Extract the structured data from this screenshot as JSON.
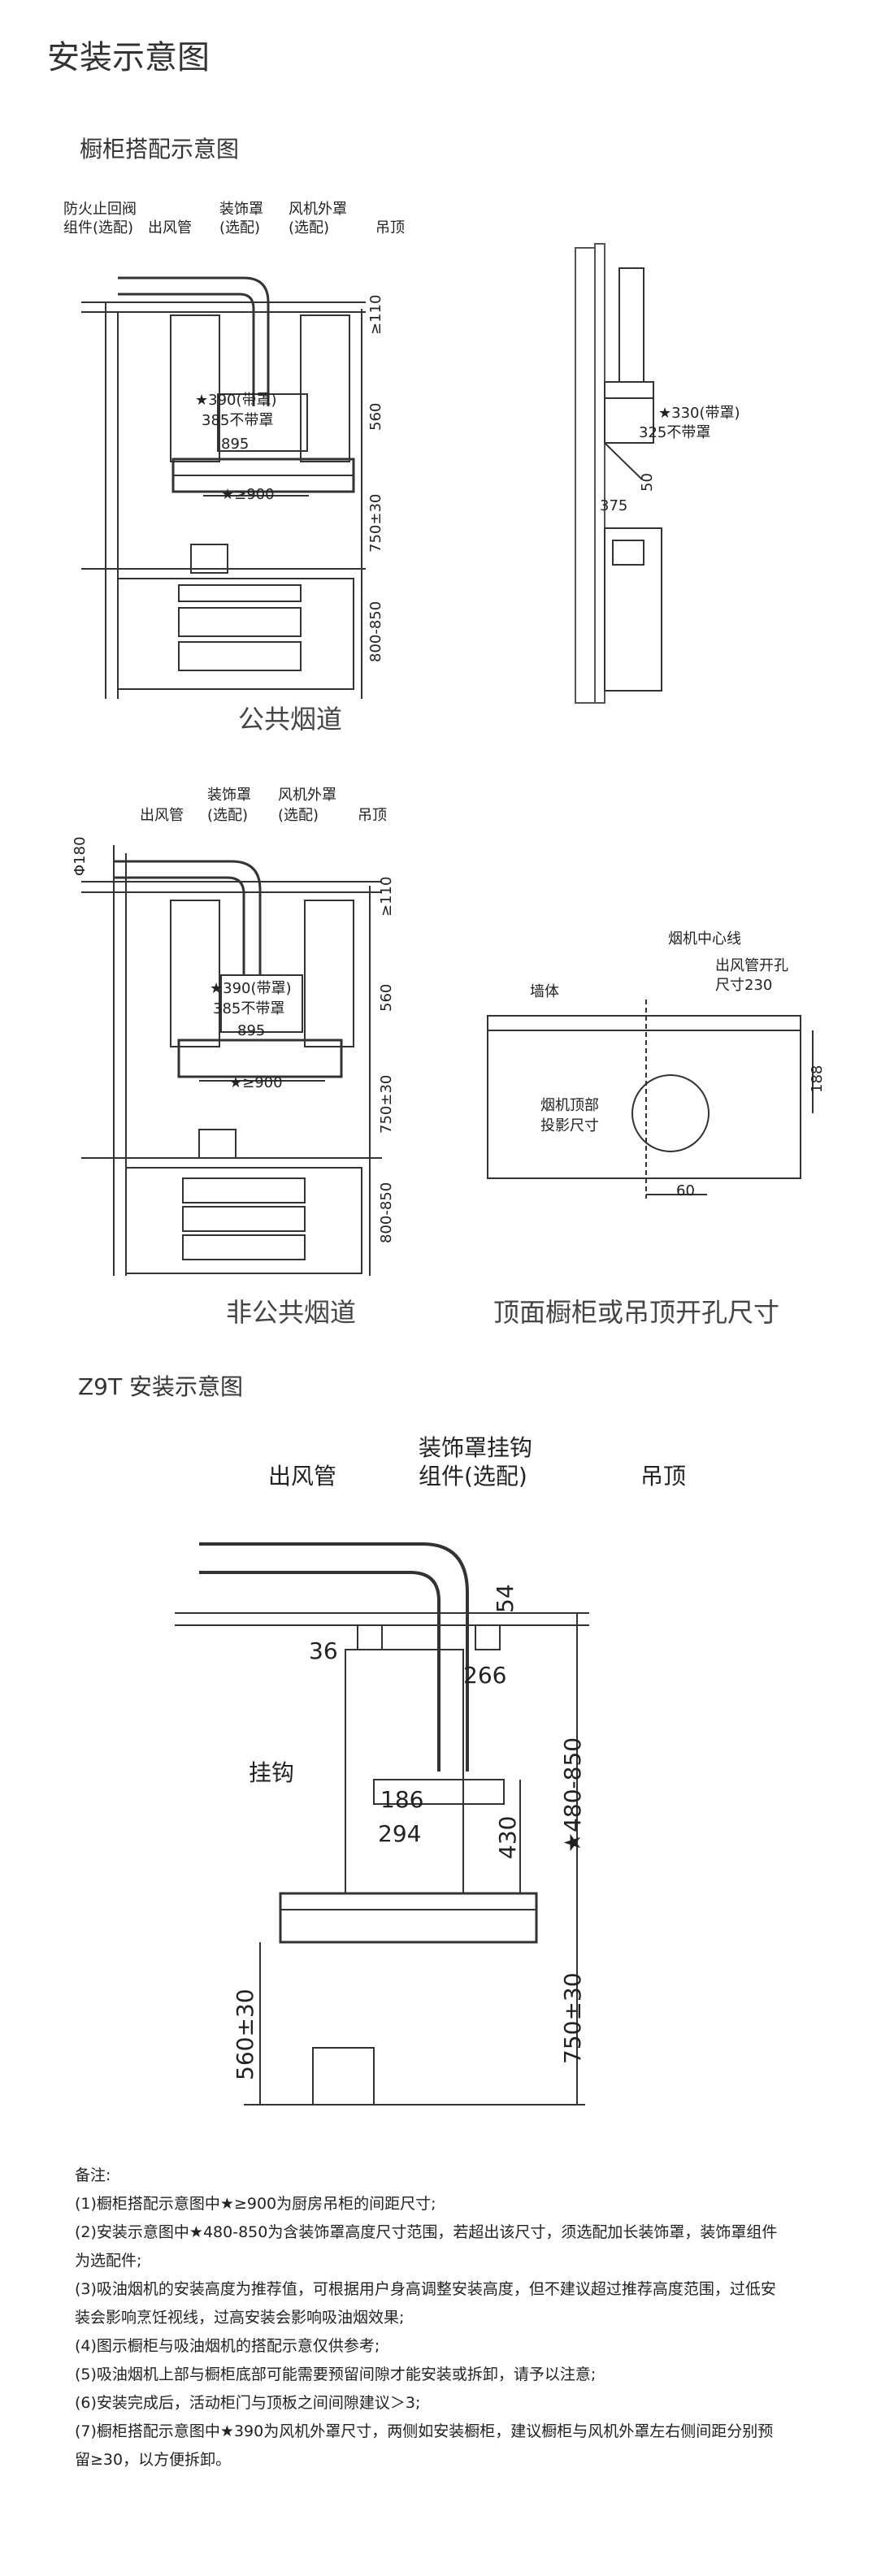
{
  "page_title": "安装示意图",
  "cabinet_section": {
    "title": "橱柜搭配示意图",
    "public_flue": {
      "caption": "公共烟道",
      "labels": {
        "fire_valve": "防火止回阀",
        "fire_valve_sub": "组件(选配)",
        "outlet_pipe": "出风管",
        "deco_cover": "装饰罩",
        "deco_cover_sub": "(选配)",
        "fan_cover": "风机外罩",
        "fan_cover_sub": "(选配)",
        "ceiling": "吊顶"
      },
      "dims": {
        "top_gap": "≥110",
        "height_560": "560",
        "h_750": "750±30",
        "h_800": "800-850",
        "w390": "★390(带罩)",
        "w385": "385不带罩",
        "w895": "895",
        "w900": "★≥900"
      },
      "side": {
        "w330": "★330(带罩)",
        "w325": "325不带罩",
        "d50": "50",
        "d375": "375"
      }
    },
    "private_flue": {
      "caption": "非公共烟道",
      "labels": {
        "diameter": "Φ180",
        "outlet_pipe": "出风管",
        "deco_cover": "装饰罩",
        "deco_cover_sub": "(选配)",
        "fan_cover": "风机外罩",
        "fan_cover_sub": "(选配)",
        "ceiling": "吊顶"
      },
      "dims": {
        "top_gap": "≥110",
        "height_560": "560",
        "h_750": "750±30",
        "h_800": "800-850",
        "w390": "★390(带罩)",
        "w385": "385不带罩",
        "w895": "895",
        "w900": "★≥900"
      }
    },
    "top_hole": {
      "caption": "顶面橱柜或吊顶开孔尺寸",
      "labels": {
        "center_line": "烟机中心线",
        "hole_line1": "出风管开孔",
        "hole_line2": "尺寸230",
        "wall": "墙体",
        "proj_line1": "烟机顶部",
        "proj_line2": "投影尺寸"
      },
      "dims": {
        "d188": "188",
        "d60": "60"
      }
    }
  },
  "z9t_section": {
    "title": "Z9T 安装示意图",
    "labels": {
      "outlet_pipe": "出风管",
      "hook_kit_line1": "装饰罩挂钩",
      "hook_kit_line2": "组件(选配)",
      "ceiling": "吊顶",
      "hook": "挂钩"
    },
    "dims": {
      "d54": "54",
      "d36": "36",
      "d266": "266",
      "d186": "186",
      "d294": "294",
      "d430": "430",
      "h_480_850": "★480-850",
      "h_560": "560±30",
      "h_750": "750±30"
    }
  },
  "notes": {
    "title": "备注:",
    "items": [
      "(1)橱柜搭配示意图中★≥900为厨房吊柜的间距尺寸;",
      "(2)安装示意图中★480-850为含装饰罩高度尺寸范围，若超出该尺寸，须选配加长装饰罩，装饰罩组件",
      "为选配件;",
      "(3)吸油烟机的安装高度为推荐值，可根据用户身高调整安装高度，但不建议超过推荐高度范围，过低安",
      "装会影响烹饪视线，过高安装会影响吸油烟效果;",
      "(4)图示橱柜与吸油烟机的搭配示意仅供参考;",
      "(5)吸油烟机上部与橱柜底部可能需要预留间隙才能安装或拆卸，请予以注意;",
      "(6)安装完成后，活动柜门与顶板之间间隙建议＞3;",
      "(7)橱柜搭配示意图中★390为风机外罩尺寸，两侧如安装橱柜，建议橱柜与风机外罩左右侧间距分别预",
      "留≥30，以方便拆卸。"
    ]
  }
}
